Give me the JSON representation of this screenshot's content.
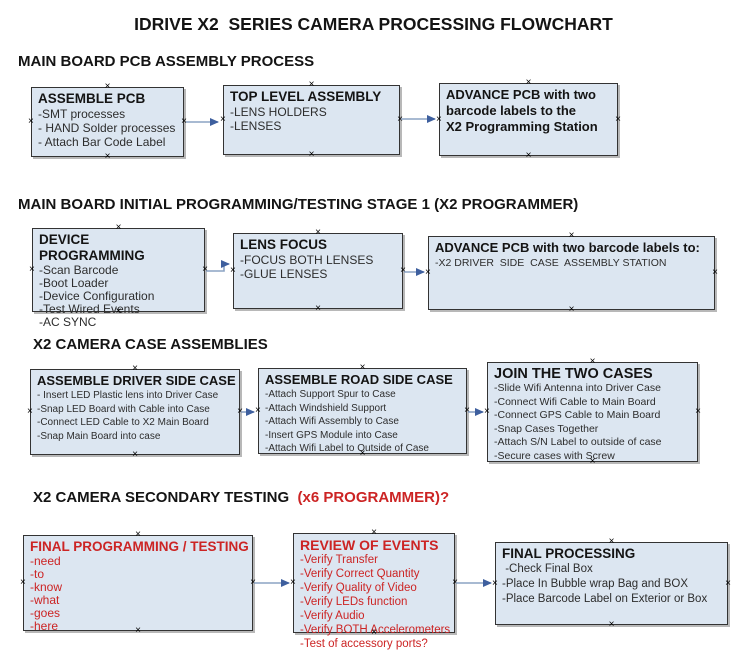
{
  "title": "IDRIVE X2  SERIES CAMERA PROCESSING FLOWCHART",
  "icons": {
    "anchor": "×"
  },
  "colors": {
    "box_fill": "#dce6f1",
    "box_border": "#333333",
    "arrow_line": "#8ca3c4",
    "arrow_head": "#3e5f9e",
    "red_text": "#cc2424",
    "black_text": "#141414"
  },
  "sections": [
    {
      "heading": "MAIN BOARD PCB ASSEMBLY PROCESS",
      "boxes": [
        {
          "title": "ASSEMBLE PCB",
          "lines": [
            "-SMT processes",
            "- HAND Solder processes",
            "- Attach Bar Code Label"
          ]
        },
        {
          "title": "TOP LEVEL ASSEMBLY",
          "lines": [
            "-LENS HOLDERS",
            "-LENSES"
          ]
        },
        {
          "title": "ADVANCE PCB with two\nbarcode labels to the\n X2 Programming Station",
          "lines": []
        }
      ]
    },
    {
      "heading": "MAIN BOARD INITIAL PROGRAMMING/TESTING STAGE 1 (X2 PROGRAMMER)",
      "boxes": [
        {
          "title": "DEVICE PROGRAMMING",
          "lines": [
            "-Scan Barcode",
            "-Boot Loader",
            "-Device Configuration",
            "-Test Wired Events",
            "-AC SYNC"
          ]
        },
        {
          "title": "LENS FOCUS",
          "lines": [
            "-FOCUS BOTH LENSES",
            "-GLUE LENSES"
          ]
        },
        {
          "title": "ADVANCE PCB with two barcode labels to:",
          "lines": [
            "-X2 DRIVER  SIDE  CASE  ASSEMBLY STATION"
          ]
        }
      ]
    },
    {
      "heading": "X2 CAMERA CASE ASSEMBLIES",
      "boxes": [
        {
          "title": "ASSEMBLE DRIVER SIDE CASE",
          "lines": [
            "- Insert LED Plastic lens into Driver Case",
            "-Snap LED Board with Cable into Case",
            "-Connect LED Cable to X2 Main Board",
            "-Snap Main Board into case"
          ]
        },
        {
          "title": "ASSEMBLE ROAD SIDE CASE",
          "lines": [
            "-Attach Support Spur to Case",
            "-Attach Windshield Support",
            "-Attach Wifi Assembly to Case",
            "-Insert GPS Module into Case",
            "-Attach Wifi Label to Outside of Case"
          ]
        },
        {
          "title": "JOIN THE TWO CASES",
          "lines": [
            "-Slide Wifi Antenna into Driver Case",
            "-Connect Wifi Cable to Main Board",
            "-Connect GPS Cable to Main Board",
            "-Snap Cases Together",
            "-Attach S/N Label to outside of case",
            "-Secure cases with Screw"
          ]
        }
      ]
    },
    {
      "heading": "X2 CAMERA SECONDARY TESTING",
      "heading_red": "  (x6 PROGRAMMER)?",
      "boxes": [
        {
          "title": "FINAL PROGRAMMING / TESTING",
          "lines": [
            "-need",
            "-to",
            "-know",
            "-what",
            "-goes",
            "-here"
          ]
        },
        {
          "title": "REVIEW OF EVENTS",
          "lines": [
            "-Verify Transfer",
            "-Verify Correct Quantity",
            "-Verify Quality of Video",
            "-Verify LEDs function",
            "-Verify Audio",
            "-Verify BOTH Accelerometers",
            "-Test of accessory ports?"
          ]
        },
        {
          "title": "FINAL PROCESSING",
          "lines": [
            " -Check Final Box",
            "-Place In Bubble wrap Bag and BOX",
            "-Place Barcode Label on Exterior or Box"
          ]
        }
      ]
    }
  ]
}
